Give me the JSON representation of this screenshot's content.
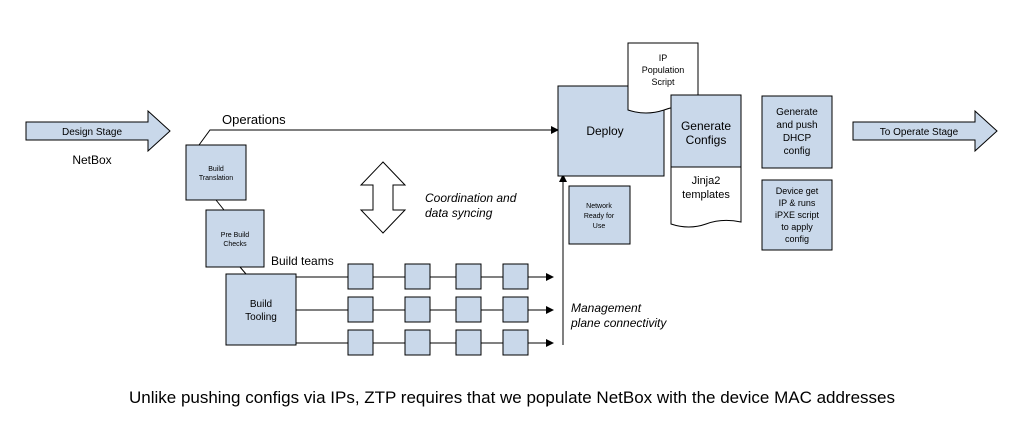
{
  "colors": {
    "box_fill": "#c9d8ea",
    "stroke": "#000000",
    "background": "#ffffff"
  },
  "design_stage": {
    "label": "Design Stage",
    "sublabel": "NetBox"
  },
  "operations_label": "Operations",
  "build_translation": [
    "Build",
    "Translation"
  ],
  "pre_build_checks": [
    "Pre Build",
    "Checks"
  ],
  "build_teams_label": "Build teams",
  "build_tooling": [
    "Build",
    "Tooling"
  ],
  "coordination": [
    "Coordination and",
    "data syncing"
  ],
  "management": [
    "Management",
    "plane connectivity"
  ],
  "ip_population_script": [
    "IP",
    "Population",
    "Script"
  ],
  "deploy": "Deploy",
  "network_ready": [
    "Network",
    "Ready for",
    "Use"
  ],
  "generate_configs": [
    "Generate",
    "Configs"
  ],
  "jinja2_templates": [
    "Jinja2",
    "templates"
  ],
  "generate_push_dhcp": [
    "Generate",
    "and push",
    "DHCP",
    "config"
  ],
  "device_get_ip": [
    "Device get",
    "IP & runs",
    "iPXE script",
    "to apply",
    "config"
  ],
  "to_operate_stage": "To Operate Stage",
  "caption": "Unlike pushing configs via IPs, ZTP requires that we populate NetBox with the device MAC addresses"
}
